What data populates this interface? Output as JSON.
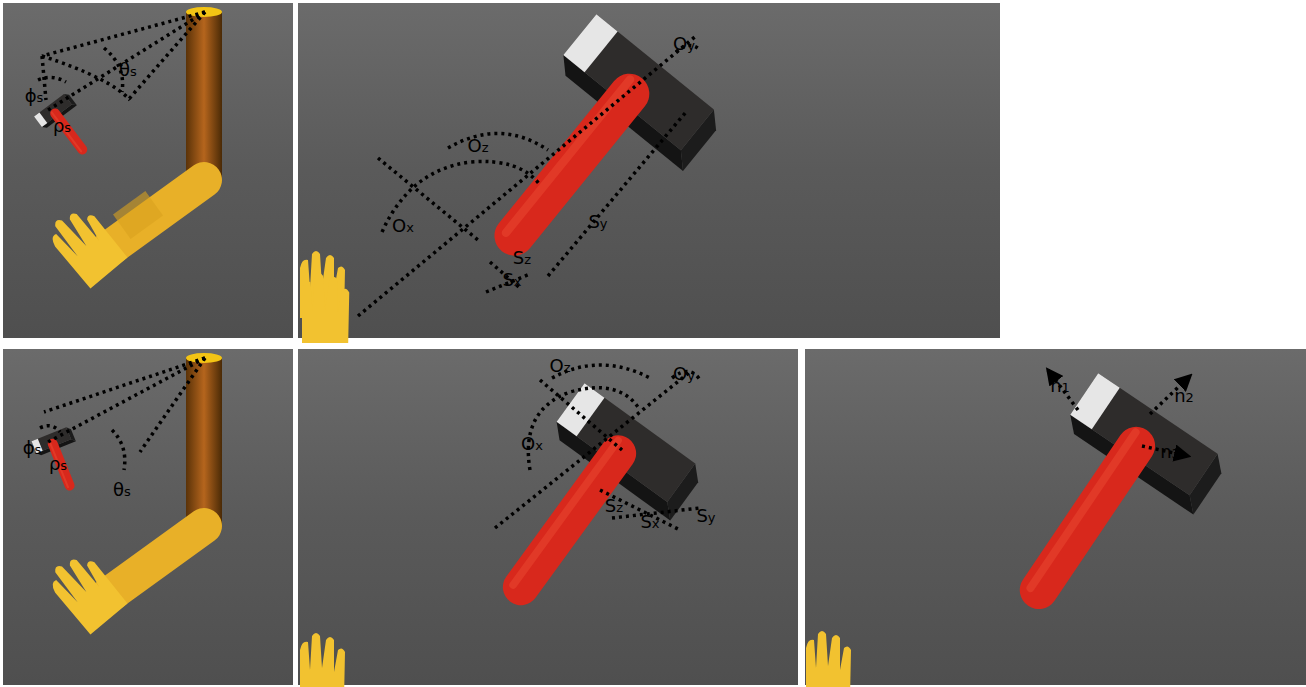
{
  "diagram": {
    "labels": [
      "ϕs",
      "θs",
      "ρs",
      "Oy",
      "Oz",
      "Ox",
      "Sy",
      "Sz",
      "Sx",
      "ϕs",
      "ρs",
      "θs",
      "Oz",
      "Oy",
      "Ox",
      "Sz",
      "Sx",
      "Sy",
      "n1",
      "n2",
      "n3"
    ]
  }
}
